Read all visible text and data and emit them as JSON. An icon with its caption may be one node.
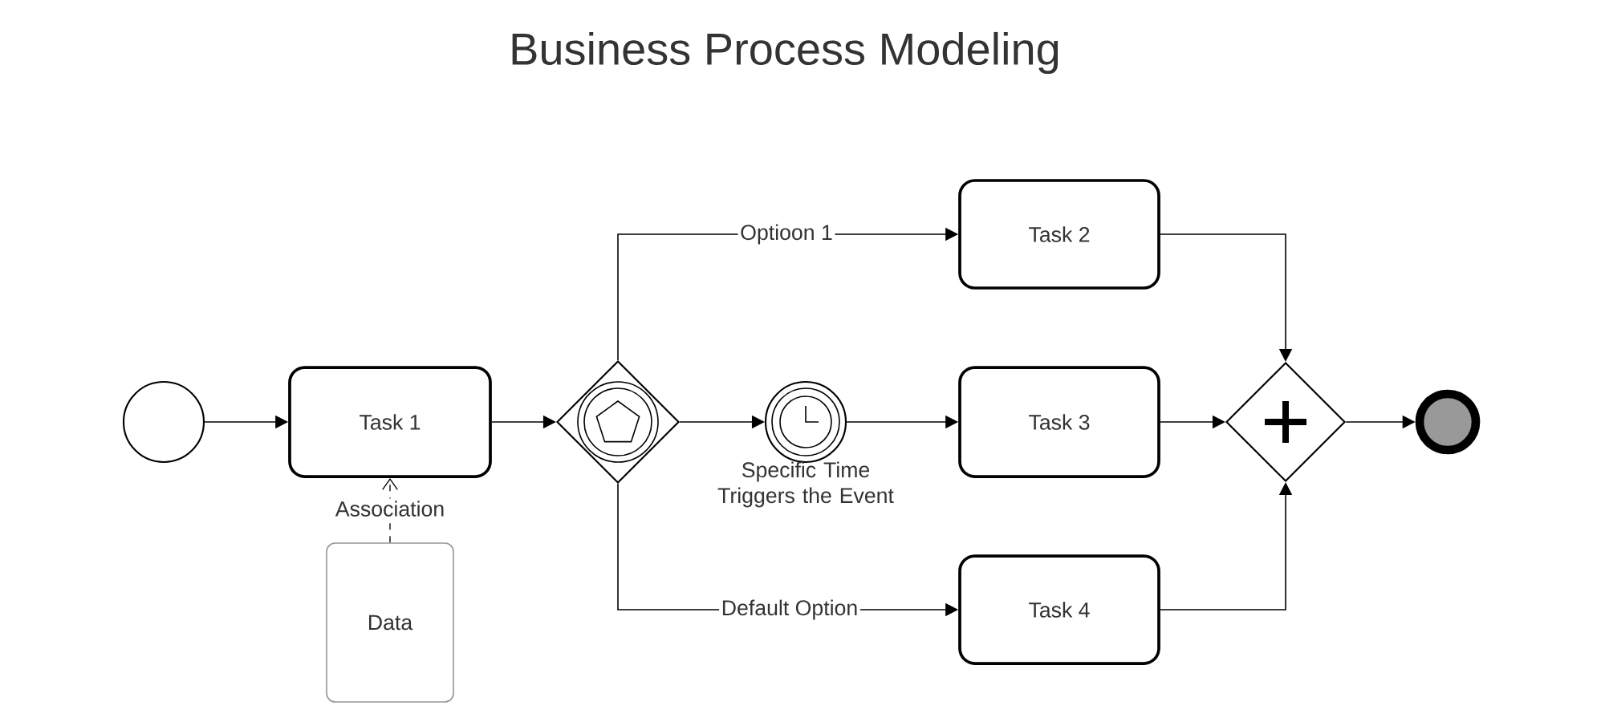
{
  "diagram": {
    "title": "Business Process Modeling",
    "nodes": [
      {
        "text": [],
        "shape": "circle"
      },
      {
        "text": [
          "Task 1"
        ]
      },
      {
        "text": [],
        "shape": "diamond"
      },
      {
        "text": [],
        "shape": "circle",
        "beside": [
          "Specific Time Triggers the Event"
        ]
      },
      {
        "text": [
          "Task 2"
        ]
      },
      {
        "text": [
          "Task 3"
        ]
      },
      {
        "text": [
          "Task 4"
        ]
      },
      {
        "text": [],
        "shape": "diamond"
      },
      {
        "text": [],
        "shape": "circle"
      },
      {
        "text": [
          "Data"
        ]
      }
    ],
    "edges": [
      {
        "from": 0,
        "to": 1,
        "arrow": "to"
      },
      {
        "from": 1,
        "to": 2,
        "arrow": "to"
      },
      {
        "from": 2,
        "to": 4,
        "arrow": "to",
        "label": "Optioon 1"
      },
      {
        "from": 2,
        "to": 3,
        "arrow": "to"
      },
      {
        "from": 3,
        "to": 5,
        "arrow": "to"
      },
      {
        "from": 2,
        "to": 6,
        "arrow": "to",
        "label": "Default Option"
      },
      {
        "from": 4,
        "to": 7,
        "arrow": "to"
      },
      {
        "from": 5,
        "to": 7,
        "arrow": "to"
      },
      {
        "from": 6,
        "to": 7,
        "arrow": "to"
      },
      {
        "from": 7,
        "to": 8,
        "arrow": "to"
      },
      {
        "from": 9,
        "to": 1,
        "arrow": "to",
        "style": "dashed",
        "label": "Association"
      }
    ]
  }
}
